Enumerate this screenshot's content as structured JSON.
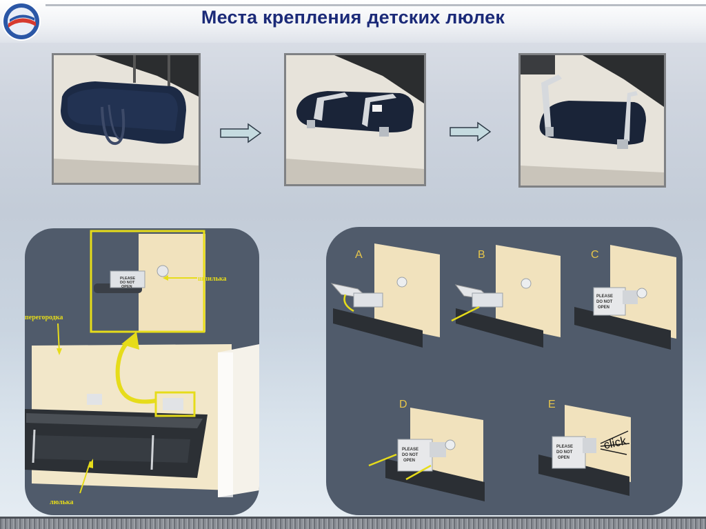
{
  "title": "Места крепления детских люлек",
  "left_panel": {
    "label_pin": "шпилька",
    "label_partition": "перегородка",
    "label_cradle": "люлька",
    "plate_text": [
      "PLEASE",
      "DO NOT",
      "OPEN"
    ]
  },
  "right_panel": {
    "steps": [
      "A",
      "B",
      "C",
      "D",
      "E"
    ],
    "plate_text": [
      "PLEASE",
      "DO NOT",
      "OPEN"
    ],
    "click_text": "click"
  },
  "colors": {
    "title": "#1b2a78",
    "panel": "#505b6b",
    "step_letters": "#e7c64a",
    "callout": "#e6dc1a"
  },
  "icons": [
    "logo-globe-icon",
    "right-arrow-icon"
  ]
}
